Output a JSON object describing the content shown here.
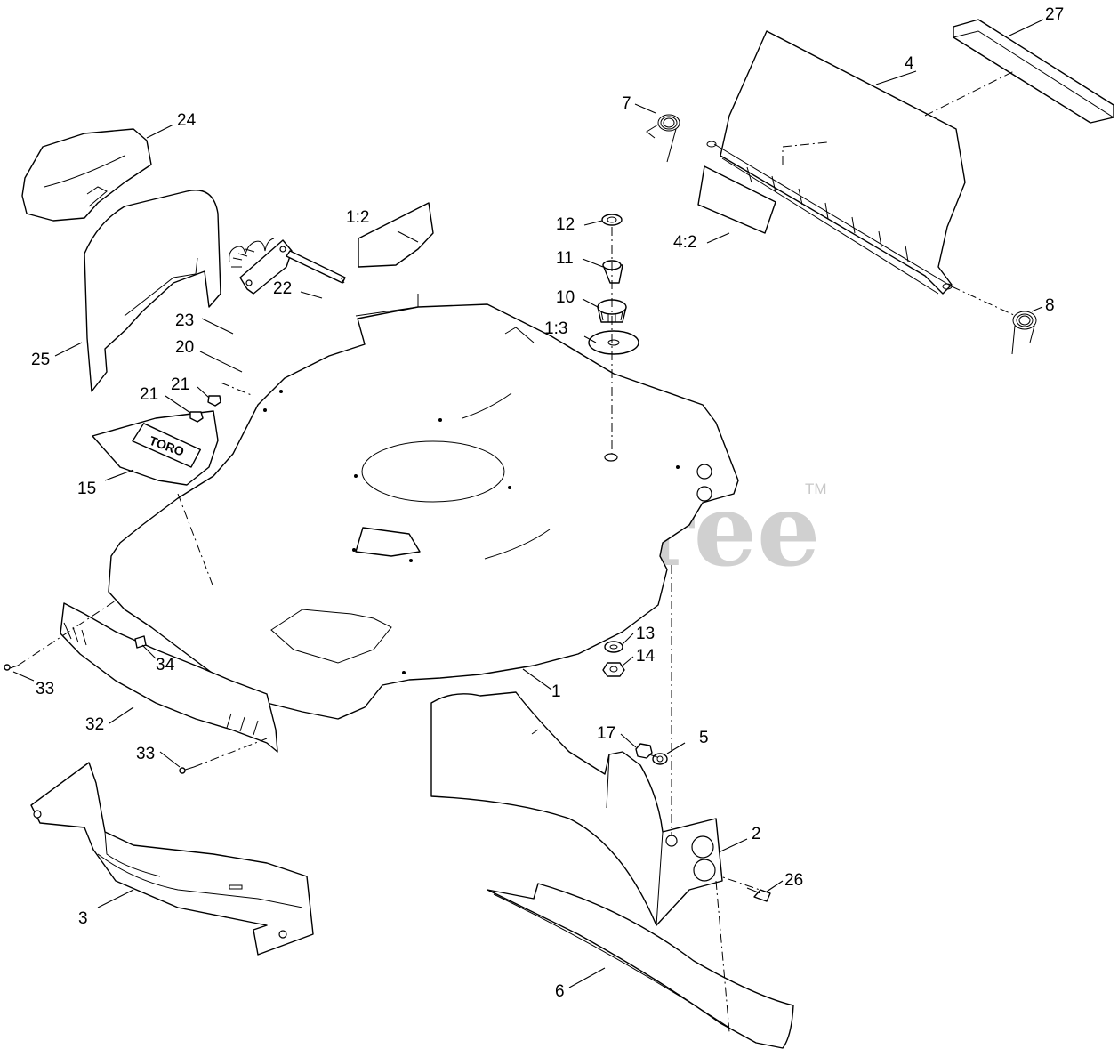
{
  "watermark": {
    "text": "PartsTree",
    "trademark": "TM",
    "color": "#c8c8c8"
  },
  "callouts": {
    "c1": "1",
    "c1_2": "1:2",
    "c1_3": "1:3",
    "c2": "2",
    "c3": "3",
    "c4": "4",
    "c4_2": "4:2",
    "c5": "5",
    "c6": "6",
    "c7": "7",
    "c8": "8",
    "c10": "10",
    "c11": "11",
    "c12": "12",
    "c13": "13",
    "c14": "14",
    "c15": "15",
    "c17": "17",
    "c20": "20",
    "c21a": "21",
    "c21b": "21",
    "c22": "22",
    "c23": "23",
    "c24": "24",
    "c25": "25",
    "c26": "26",
    "c27": "27",
    "c32": "32",
    "c33a": "33",
    "c33b": "33",
    "c34": "34"
  },
  "decal_text": "TORO"
}
